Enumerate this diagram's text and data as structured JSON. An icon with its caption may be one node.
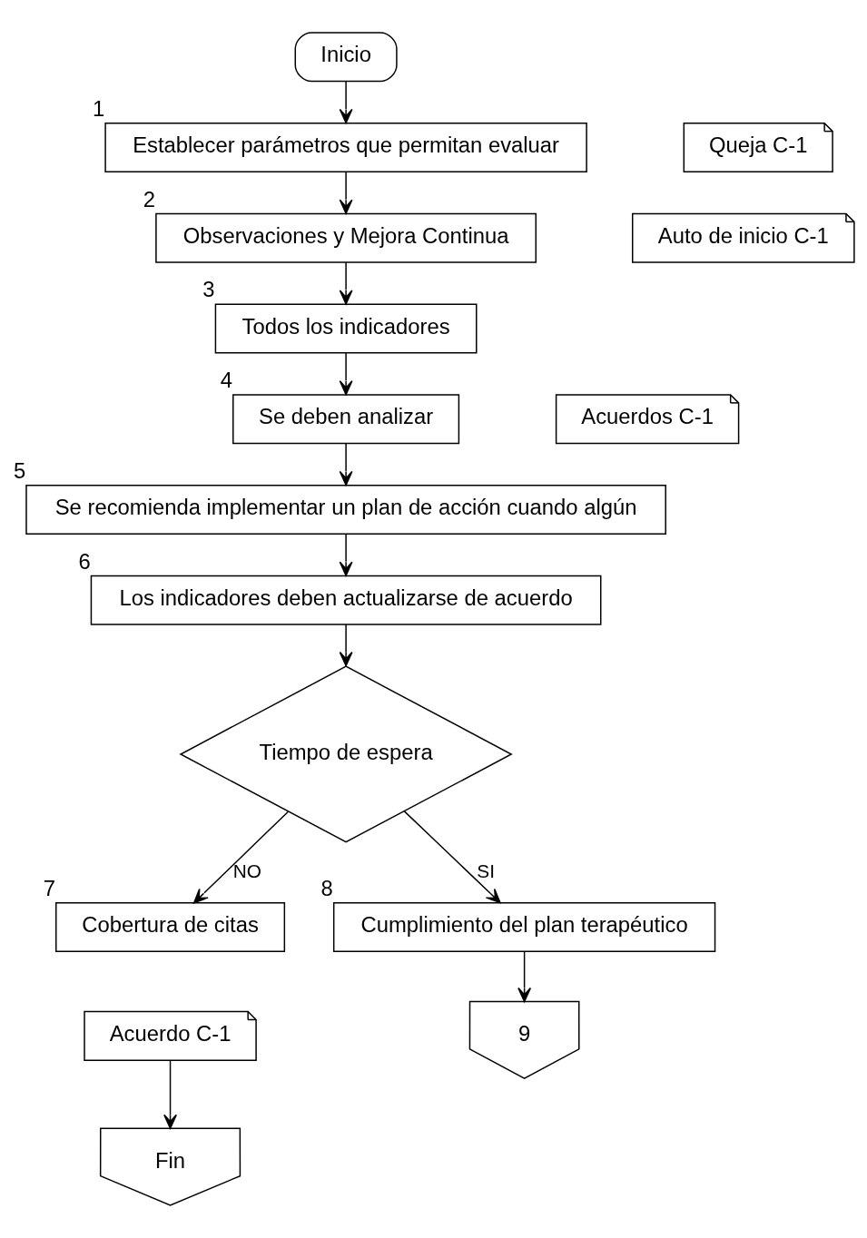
{
  "diagram": {
    "nodes": [
      {
        "text": [
          "Inicio"
        ]
      },
      {
        "text": [
          "Establecer parámetros que permitan evaluar"
        ],
        "beside": [
          "1"
        ]
      },
      {
        "text": [
          "Queja C-1"
        ]
      },
      {
        "text": [
          "Observaciones y Mejora Continua"
        ],
        "beside": [
          "2"
        ]
      },
      {
        "text": [
          "Auto de inicio C-1"
        ]
      },
      {
        "text": [
          "Todos los indicadores"
        ],
        "beside": [
          "3"
        ]
      },
      {
        "text": [
          "Se deben analizar"
        ],
        "beside": [
          "4"
        ]
      },
      {
        "text": [
          "Acuerdos C-1"
        ]
      },
      {
        "text": [
          "Se recomienda implementar un plan de acción cuando algún"
        ],
        "beside": [
          "5"
        ]
      },
      {
        "text": [
          "Los indicadores deben actualizarse de acuerdo"
        ],
        "beside": [
          "6"
        ]
      },
      {
        "text": [
          "Tiempo de espera"
        ]
      },
      {
        "text": [
          "Cobertura de citas"
        ],
        "beside": [
          "7"
        ]
      },
      {
        "text": [
          "Acuerdo C-1"
        ]
      },
      {
        "text": [
          "Cumplimiento del plan terapéutico"
        ],
        "beside": [
          "8"
        ]
      },
      {
        "text": [
          "Fin"
        ]
      },
      {
        "text": [
          "9"
        ]
      }
    ],
    "edges": [
      {
        "from": 0,
        "to": 1,
        "arrow": "to"
      },
      {
        "from": 1,
        "to": 3,
        "arrow": "to"
      },
      {
        "from": 3,
        "to": 5,
        "arrow": "to"
      },
      {
        "from": 5,
        "to": 6,
        "arrow": "to"
      },
      {
        "from": 6,
        "to": 8,
        "arrow": "to"
      },
      {
        "from": 8,
        "to": 9,
        "arrow": "to"
      },
      {
        "from": 9,
        "to": 10,
        "arrow": "to"
      },
      {
        "from": 10,
        "to": 11,
        "label": "NO",
        "arrow": "to"
      },
      {
        "from": 10,
        "to": 13,
        "label": "SI",
        "arrow": "to"
      },
      {
        "from": 12,
        "to": 14,
        "arrow": "to"
      },
      {
        "from": 13,
        "to": 15,
        "arrow": "to"
      }
    ]
  }
}
